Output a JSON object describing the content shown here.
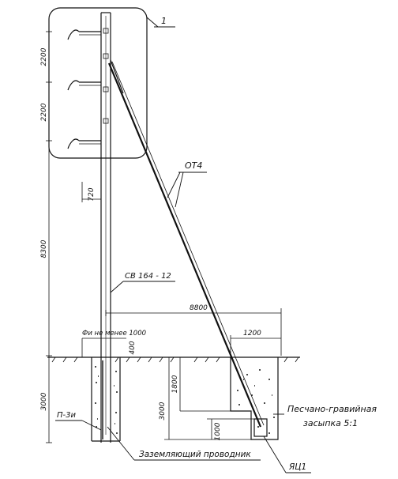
{
  "labels": {
    "callout_1": "1",
    "guy_wire": "ОТ4",
    "pole_type": "СВ 164 - 12",
    "pit_note": "Фи не менее 1000",
    "anchor_plate": "П-3и",
    "ground_wire": "Заземляющий проводник",
    "backfill_line1": "Песчано-гравийная",
    "backfill_line2": "засыпка 5:1",
    "anchor": "ЯЦ1"
  },
  "dimensions": {
    "d_2200_top": "2200",
    "d_2200_mid": "2200",
    "d_720": "720",
    "d_8300": "8300",
    "d_8800": "8800",
    "d_1200": "1200",
    "d_400": "400",
    "d_3000_left": "3000",
    "d_1800": "1800",
    "d_3000_right": "3000",
    "d_1000": "1000"
  },
  "colors": {
    "ink": "#111111",
    "paper": "#ffffff"
  }
}
